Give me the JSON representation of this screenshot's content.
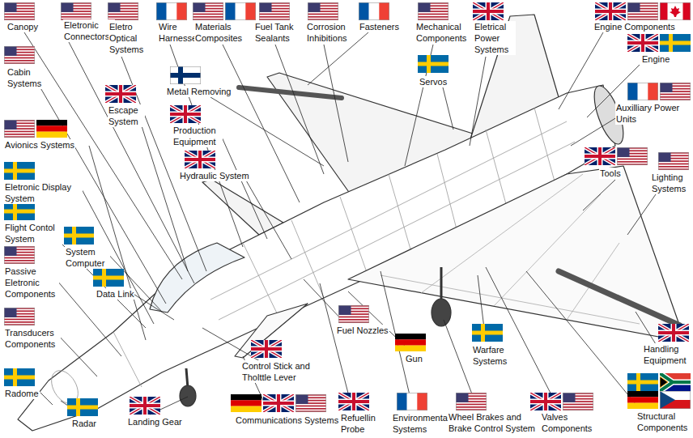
{
  "diagram": {
    "labels": [
      "Canopy",
      "Eletronic Connectors",
      "Eletro Optical Systems",
      "Wire Harnesses",
      "Materials Composites",
      "Fuel Tank Sealants",
      "Corrosion Inhibitions",
      "Fasteners",
      "Mechanical Components",
      "Eletrical Power Systems",
      "Engine Components",
      "Engine",
      "Auxilliary Power Units",
      "Cabin Systems",
      "Servos",
      "Metal Removing",
      "Escape System",
      "Production Equipment",
      "Avionics Systems",
      "Hydraulic System",
      "Tools",
      "Lighting Systems",
      "Eletronic Display System",
      "Flight Contol System",
      "System Computer",
      "Data Link",
      "Passive Eletronic Components",
      "Transducers Components",
      "Fuel Nozzles",
      "Gun",
      "Warfare Systems",
      "Handling Equipment",
      "Radome",
      "Control Stick and Tholttle Lever",
      "Radar",
      "Landing Gear",
      "Communications Systems",
      "Refuellin Probe",
      "Environmental Systems",
      "Wheel Brakes and Brake Control System",
      "Valves Components",
      "Structural Components"
    ]
  }
}
